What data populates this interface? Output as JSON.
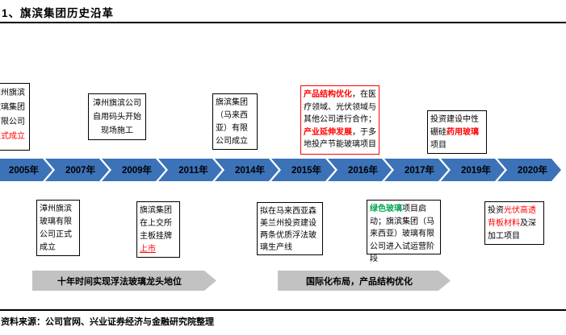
{
  "page": {
    "title": "1、旗滨集团历史沿革",
    "source": "资料来源：公司官网、兴业证券经济与金融研究院整理"
  },
  "colors": {
    "timeline_blue": "#3C72B8",
    "banner_gray": "#C2C2C2",
    "red": "#FF0000",
    "green": "#00A650"
  },
  "timeline": {
    "years": [
      "2005年",
      "2007年",
      "2009年",
      "2011年",
      "2014年",
      "2015年",
      "2016年",
      "2017年",
      "2019年",
      "2020年"
    ]
  },
  "events_above": [
    {
      "year": "2005年",
      "segments": [
        {
          "t": "漳州旗滨玻璃集团有限公司"
        },
        {
          "t": "正式成立",
          "c": "red"
        }
      ]
    },
    {
      "year": "2009年",
      "segments": [
        {
          "t": "漳州旗滨公司自用码头开始现场施工"
        }
      ]
    },
    {
      "year": "2014年",
      "segments": [
        {
          "t": "旗滨集团（马来西亚）有限公司成立"
        }
      ]
    },
    {
      "year": "2015年-2016年",
      "segments": [
        {
          "t": "产品结构优化",
          "c": "red",
          "b": true
        },
        {
          "t": "，在医疗领域、光伏领域与其他公司进行合作；"
        },
        {
          "t": "产业延伸发展",
          "c": "red",
          "b": true
        },
        {
          "t": "，于多地投产节能玻璃项目"
        }
      ]
    },
    {
      "year": "2019年",
      "segments": [
        {
          "t": "投资建设中性硼硅"
        },
        {
          "t": "药用玻璃",
          "c": "red",
          "b": true
        },
        {
          "t": "项目"
        }
      ]
    }
  ],
  "events_below": [
    {
      "year": "2007年",
      "segments": [
        {
          "t": "漳州旗滨玻璃有限公司正式成立"
        }
      ]
    },
    {
      "year": "2011年",
      "segments": [
        {
          "t": "旗滨集团在上交所主板挂牌"
        },
        {
          "t": "上市",
          "c": "red",
          "u": true
        }
      ]
    },
    {
      "year": "2014年-2015年",
      "segments": [
        {
          "t": "拟在马来西亚森美兰州投资建设两条优质浮法玻璃生产线"
        }
      ]
    },
    {
      "year": "2016年-2017年",
      "segments": [
        {
          "t": "绿色玻璃",
          "c": "green",
          "b": true
        },
        {
          "t": "项目启动；旗滨集团（马来西亚）玻璃有限公司进入试运营阶段"
        }
      ]
    },
    {
      "year": "2020年",
      "segments": [
        {
          "t": "投资"
        },
        {
          "t": "光伏高透背板材料",
          "c": "red"
        },
        {
          "t": "及深加工项目"
        }
      ]
    }
  ],
  "banners": [
    {
      "label": "十年时间实现浮法玻璃龙头地位"
    },
    {
      "label": "国际化布局，产品结构优化"
    }
  ]
}
